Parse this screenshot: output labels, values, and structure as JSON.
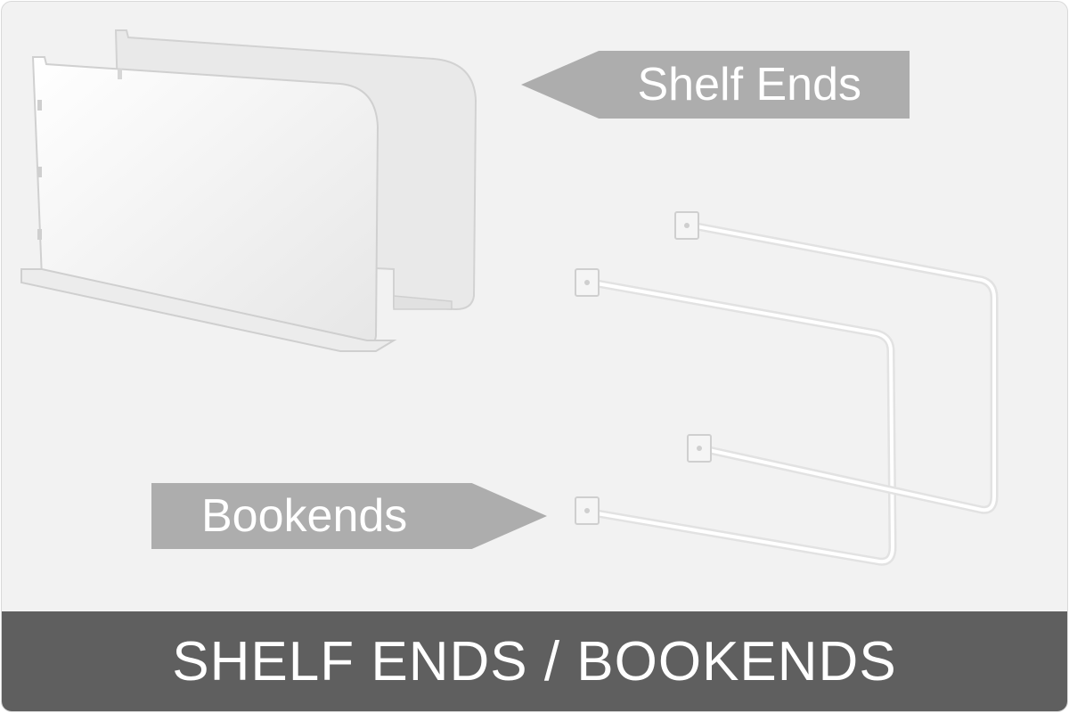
{
  "labels": {
    "shelf_ends": "Shelf Ends",
    "bookends": "Bookends"
  },
  "footer": {
    "title": "SHELF ENDS / BOOKENDS"
  },
  "colors": {
    "background": "#f2f2f2",
    "tag": "#adadad",
    "footer_bar": "#5f5f5f",
    "text": "#ffffff"
  }
}
